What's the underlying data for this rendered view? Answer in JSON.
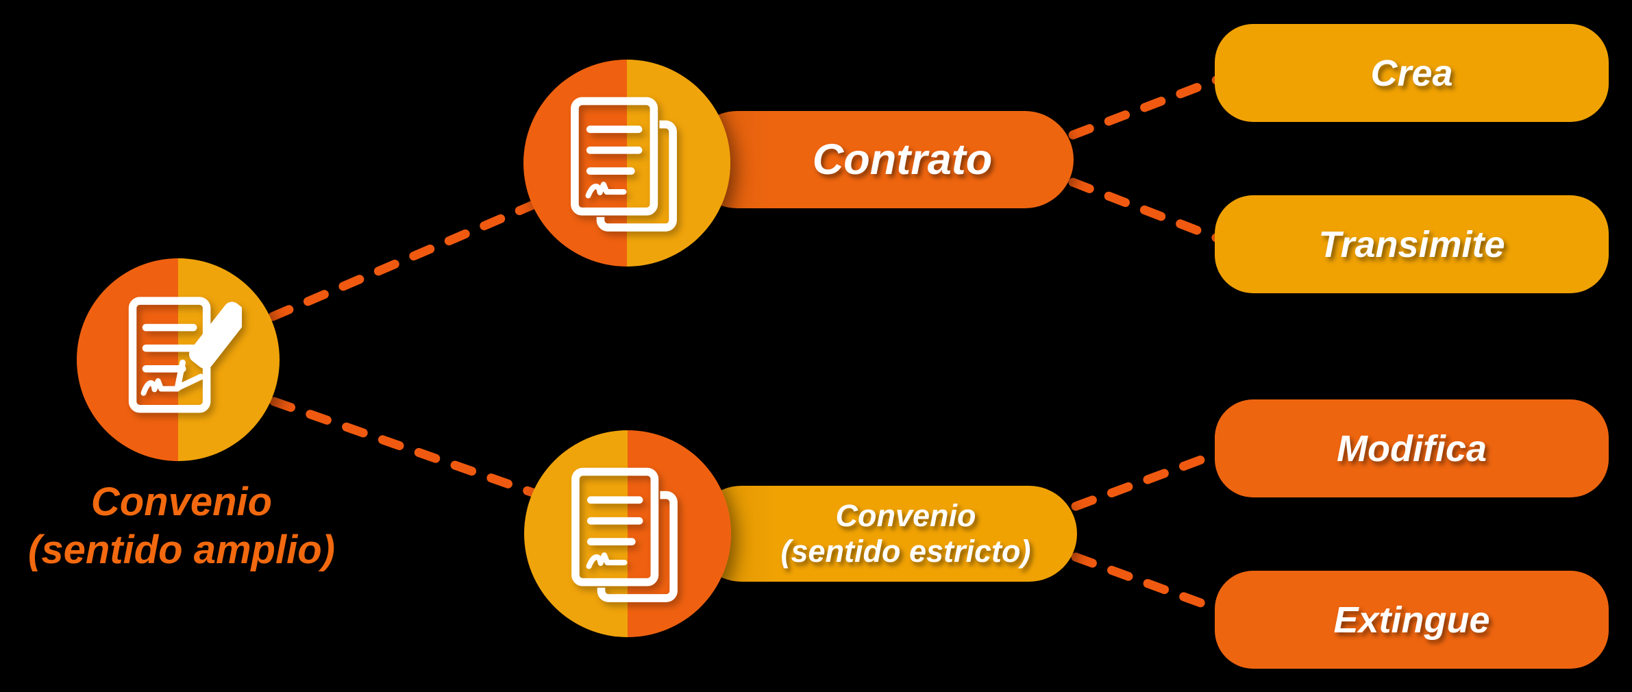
{
  "colors": {
    "background": "#000000",
    "orange": "#EE650F",
    "amber": "#F0A203",
    "circle_orange": "#EF6110",
    "circle_amber": "#F0A40B",
    "dash": "#F05A10",
    "label_orange": "#F2690F",
    "icon_white": "#FFFFFF"
  },
  "nodes": {
    "root": {
      "label_line1": "Convenio",
      "label_line2": "(sentido amplio)",
      "icon": "document-pencil-icon"
    },
    "contrato": {
      "label": "Contrato",
      "icon": "documents-stack-icon"
    },
    "convenio_estricto": {
      "label_line1": "Convenio",
      "label_line2": "(sentido estricto)",
      "icon": "documents-stack-icon"
    },
    "leaves": [
      {
        "id": "crea",
        "label": "Crea",
        "color": "amber"
      },
      {
        "id": "transimite",
        "label": "Transimite",
        "color": "amber"
      },
      {
        "id": "modifica",
        "label": "Modifica",
        "color": "orange"
      },
      {
        "id": "extingue",
        "label": "Extingue",
        "color": "orange"
      }
    ]
  }
}
